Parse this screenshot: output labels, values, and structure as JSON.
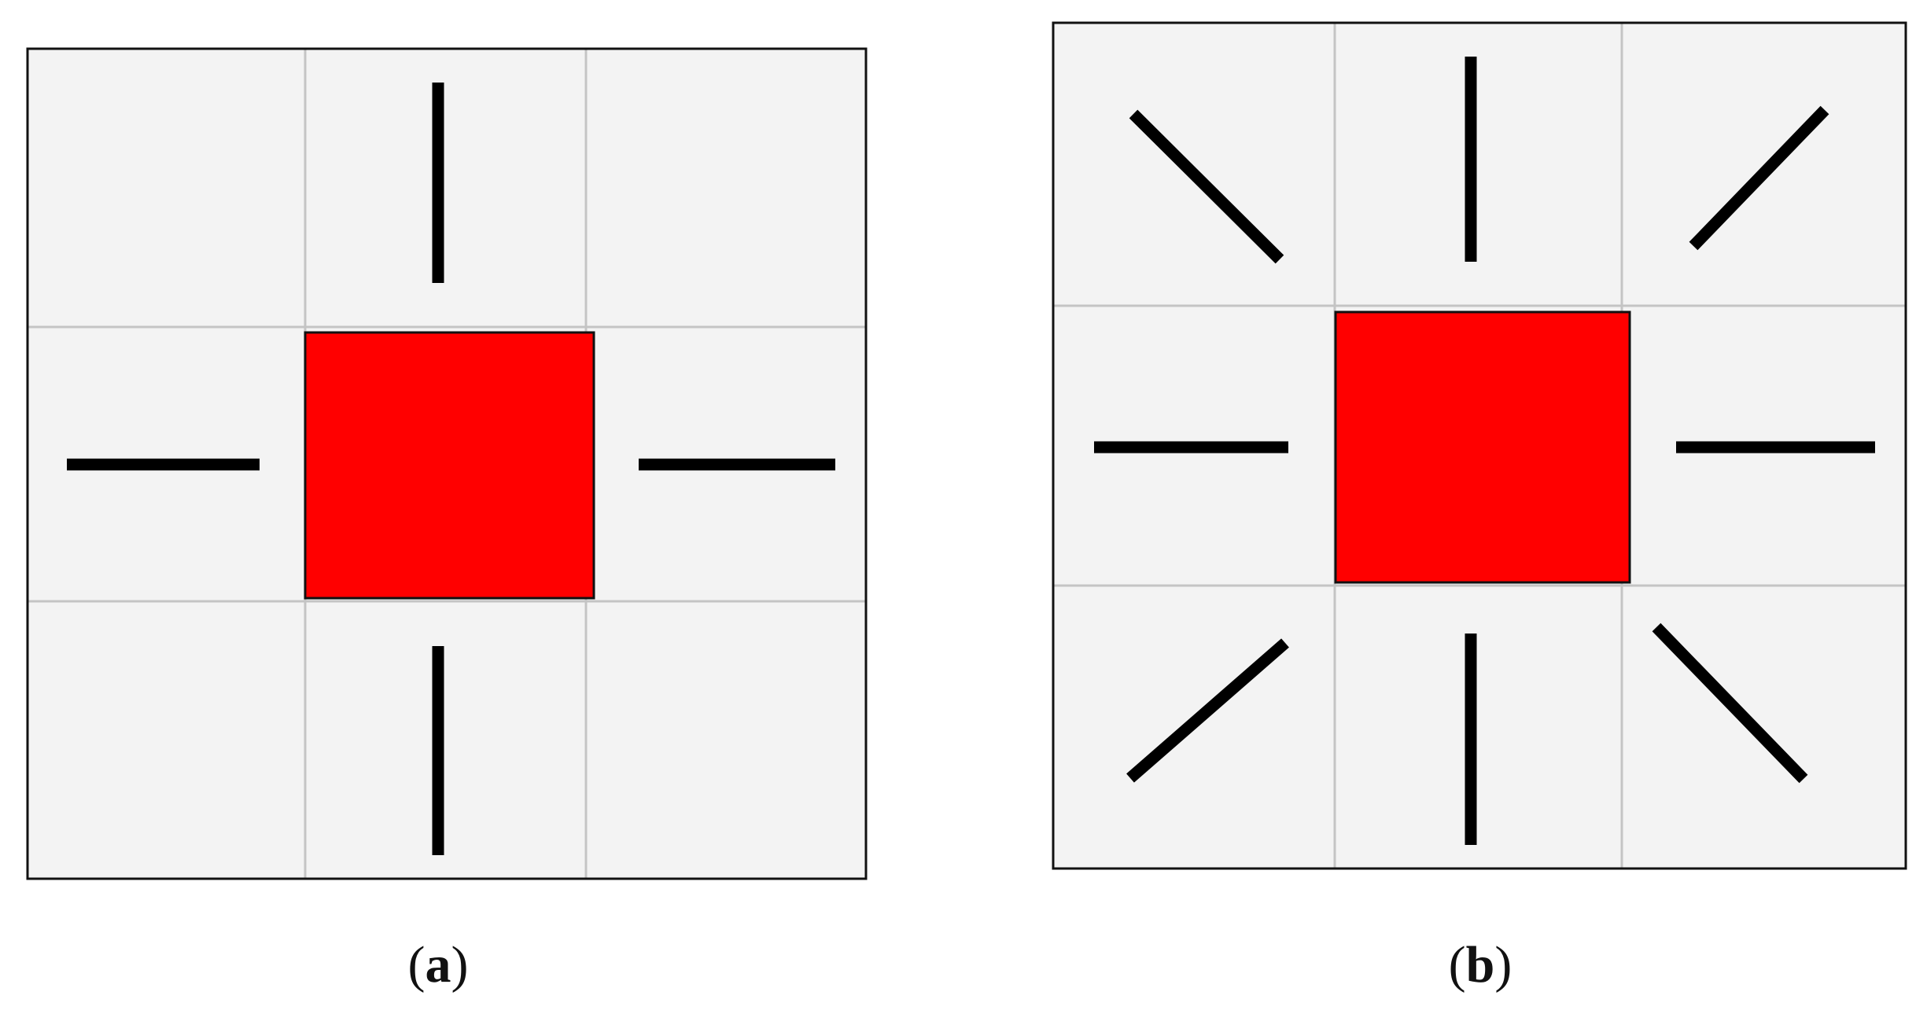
{
  "colors": {
    "cell_fill": "#f3f3f3",
    "grid_line": "#c4c4c4",
    "frame": "#111111",
    "center_square": "#ff0000",
    "arrow": "#000000"
  },
  "panels": [
    {
      "id": "a",
      "label_open": "(",
      "label_letter": "a",
      "label_close": ")",
      "neighborhood": "4-connected",
      "arrow_directions": [
        "up",
        "left",
        "right",
        "down"
      ]
    },
    {
      "id": "b",
      "label_open": "(",
      "label_letter": "b",
      "label_close": ")",
      "neighborhood": "8-connected",
      "arrow_directions": [
        "up-left",
        "up",
        "up-right",
        "left",
        "right",
        "down-left",
        "down",
        "down-right"
      ]
    }
  ]
}
